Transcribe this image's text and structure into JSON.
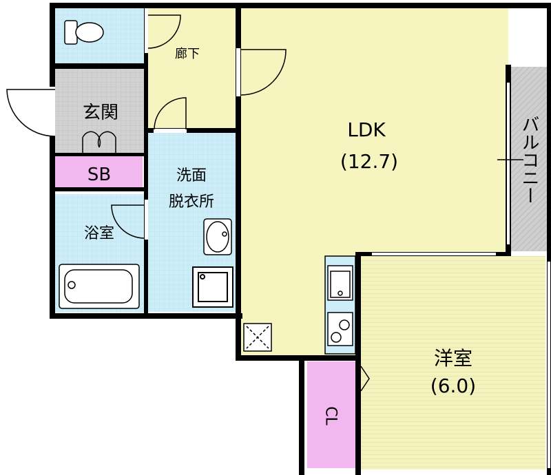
{
  "rooms": {
    "toilet": {
      "label": ""
    },
    "hallway": {
      "label": "廊下"
    },
    "entrance": {
      "label": "玄関"
    },
    "shoe_box": {
      "label": "SB"
    },
    "washroom": {
      "label_line1": "洗面",
      "label_line2": "脱衣所"
    },
    "bathroom": {
      "label": "浴室"
    },
    "ldk": {
      "label": "LDK",
      "size": "(12.7)"
    },
    "western_room": {
      "label": "洋室",
      "size": "(6.0)"
    },
    "closet": {
      "label": "CL"
    },
    "balcony": {
      "label": "バルコニー"
    }
  },
  "colors": {
    "ldk_fill": "#f6f5bf",
    "hall_fill": "#f6f5bf",
    "western_fill": "#f4f2bd",
    "wet_fill": "#cdeef8",
    "entrance_fill": "#d2d2d2",
    "storage_fill": "#f3b7ef",
    "balcony_fill": "#cfcfcf",
    "wall": "#000000"
  },
  "icons": [
    "toilet-icon",
    "bathtub-icon",
    "washbasin-icon",
    "washing-machine-pan-icon",
    "kitchen-sink-icon",
    "stove-icon",
    "refrigerator-space-icon"
  ]
}
